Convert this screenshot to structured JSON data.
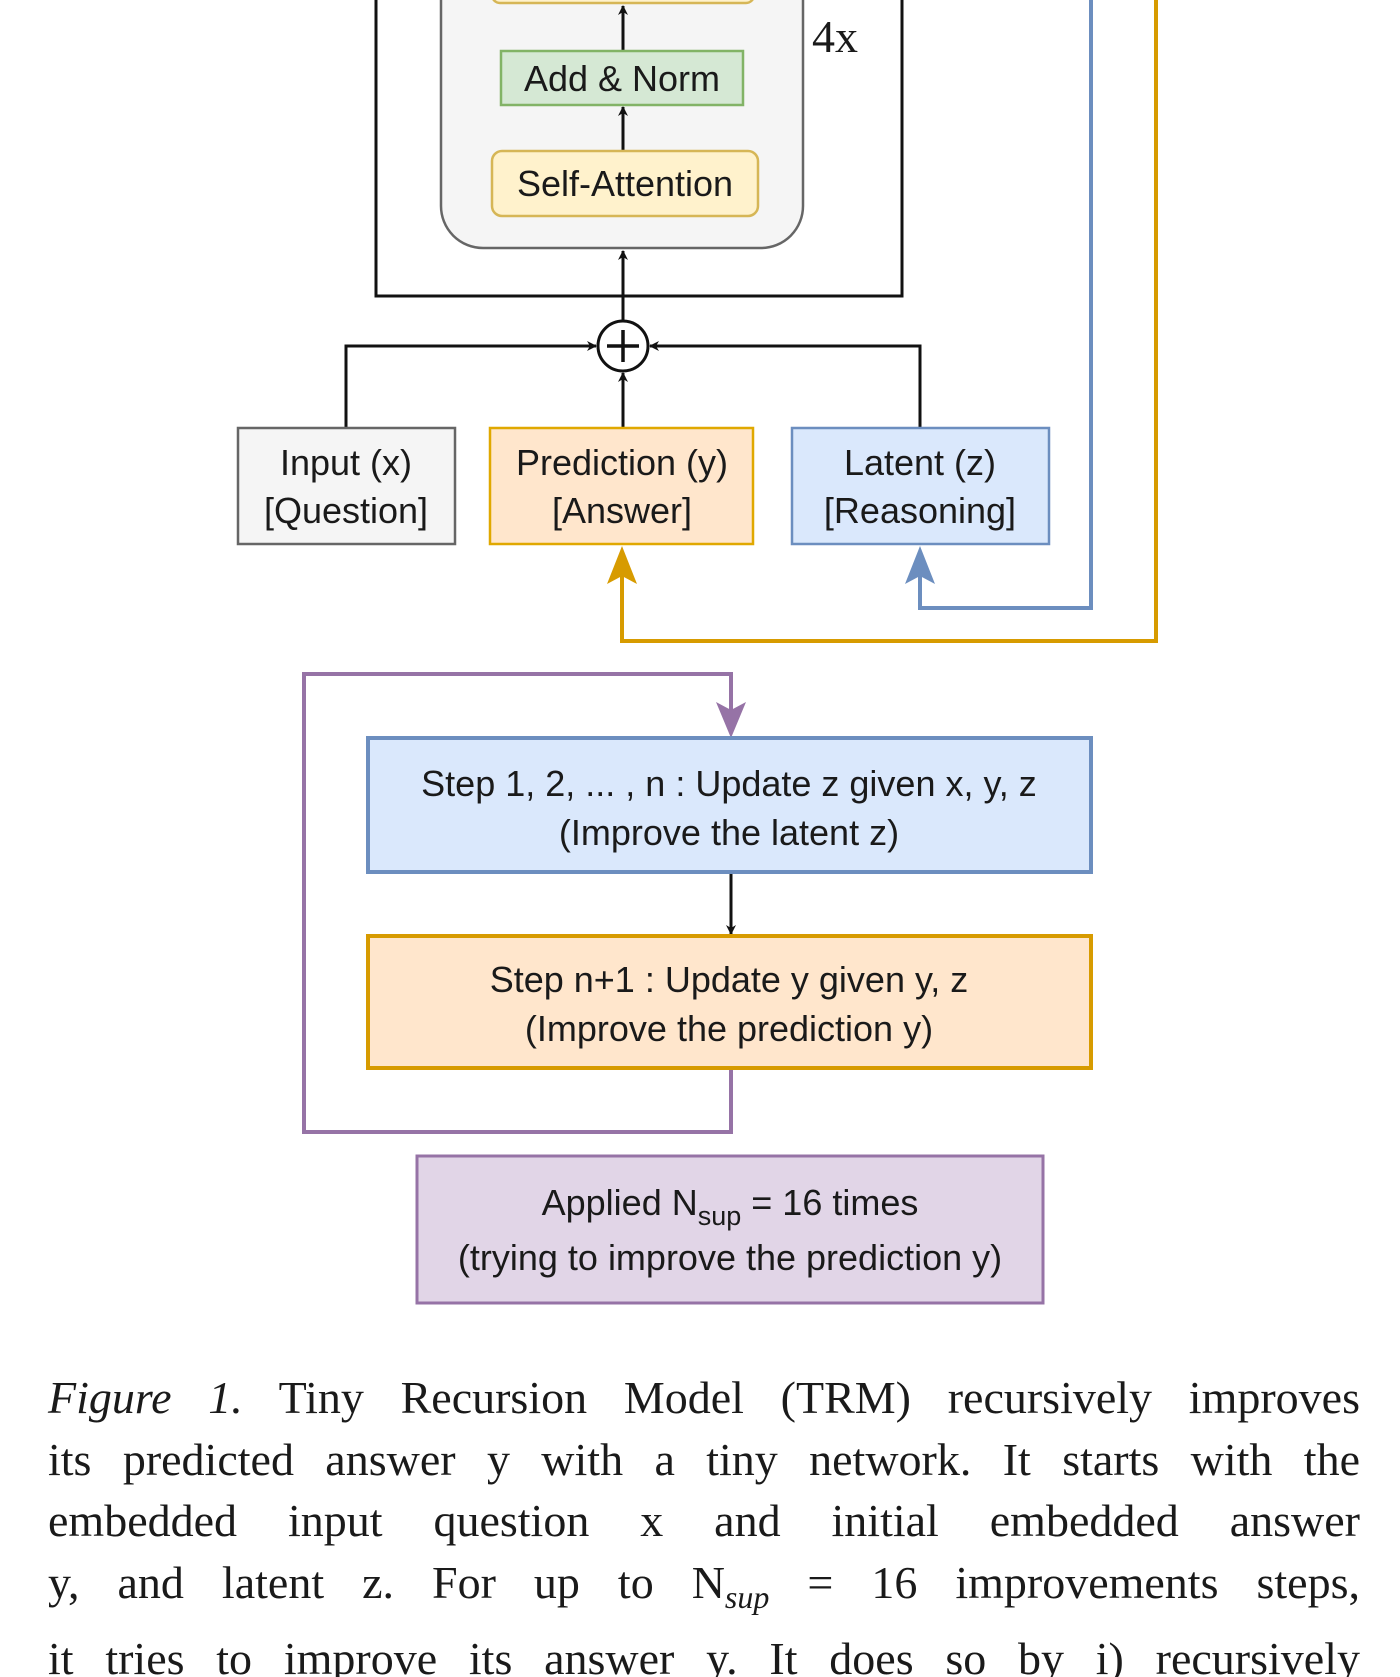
{
  "diagram": {
    "repeat_label": "4x",
    "blocks": {
      "add_norm": "Add & Norm",
      "self_attention": "Self-Attention"
    },
    "inputs": [
      {
        "line1": "Input (x)",
        "line2": "[Question]"
      },
      {
        "line1": "Prediction (y)",
        "line2": "[Answer]"
      },
      {
        "line1": "Latent (z)",
        "line2": "[Reasoning]"
      }
    ],
    "steps": [
      {
        "line1": "Step 1, 2, ... , n : Update z given x, y, z",
        "line2": "(Improve the latent z)"
      },
      {
        "line1": "Step n+1 : Update y given y, z",
        "line2": "(Improve the prediction y)"
      }
    ],
    "applied": {
      "prefix": "Applied N",
      "sub": "sup",
      "suffix": " = 16 times",
      "line2": "(trying to improve the prediction y)"
    },
    "colors": {
      "gray_fill": "#f5f5f5",
      "yellow_fill": "#fff2cc",
      "yellow_stroke": "#d6b656",
      "green_fill": "#d5e8d4",
      "green_stroke": "#82b366",
      "orange_fill": "#ffe6cc",
      "orange_stroke": "#d79b00",
      "blue_fill": "#dae8fc",
      "blue_stroke": "#6c8ebf",
      "purple_fill": "#e1d5e7",
      "purple_stroke": "#9673a6"
    }
  },
  "caption": {
    "label": "Figure 1.",
    "lines": [
      " Tiny Recursion Model (TRM) recursively improves",
      "its predicted answer y with a tiny network. It starts with the",
      "embedded input question x and initial embedded answer",
      "y, and latent z.  For up to N",
      "sup",
      " = 16 improvements steps,",
      "it tries to improve its answer y. It does so by i) recursively"
    ]
  }
}
